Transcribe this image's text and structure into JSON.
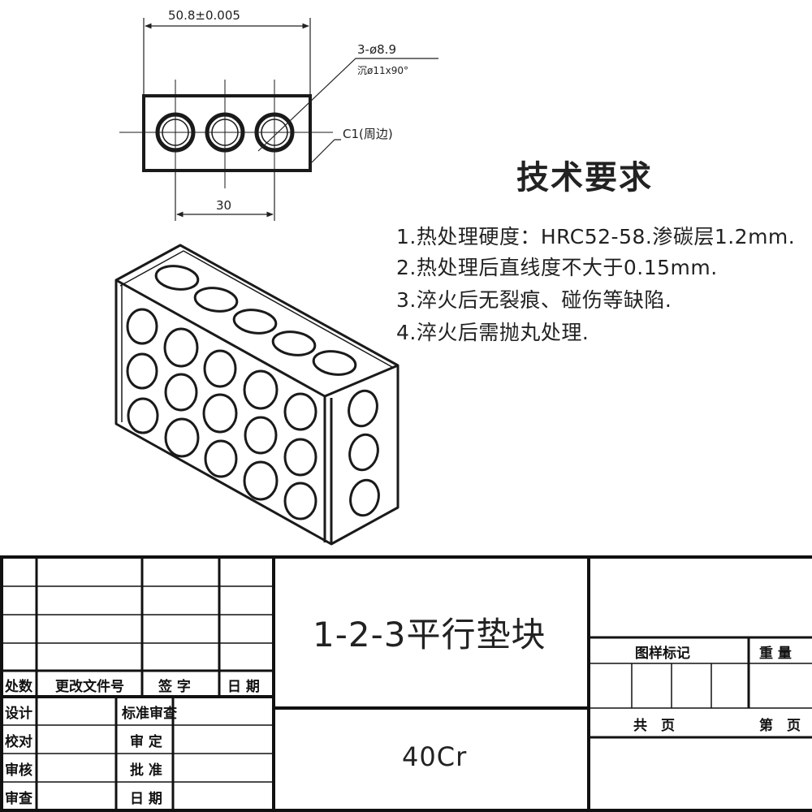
{
  "drawing": {
    "dimensions": {
      "overall_width": "50.8±0.005",
      "hole_pitch": "30",
      "hole_callout_line1": "3-ø8.9",
      "hole_callout_line2": "沉ø11x90°",
      "chamfer": "C1(周边)"
    }
  },
  "tech_requirements": {
    "title": "技术要求",
    "items": [
      "1.热处理硬度：HRC52-58.渗碳层1.2mm.",
      "2.热处理后直线度不大于0.15mm.",
      "3.淬火后无裂痕、碰伤等缺陷.",
      "4.淬火后需抛丸处理."
    ]
  },
  "title_block": {
    "part_name": "1-2-3平行垫块",
    "material": "40Cr",
    "revision_headers": [
      "处数",
      "更改文件号",
      "签 字",
      "日 期"
    ],
    "roles_left": [
      "设计",
      "校对",
      "审核",
      "审查"
    ],
    "approvals": [
      "标准审查",
      "审 定",
      "批 准",
      "日 期"
    ],
    "drawing_mark": "图样标记",
    "weight": "重 量",
    "sheets_total": "共　页",
    "sheet_no": "第　页"
  }
}
